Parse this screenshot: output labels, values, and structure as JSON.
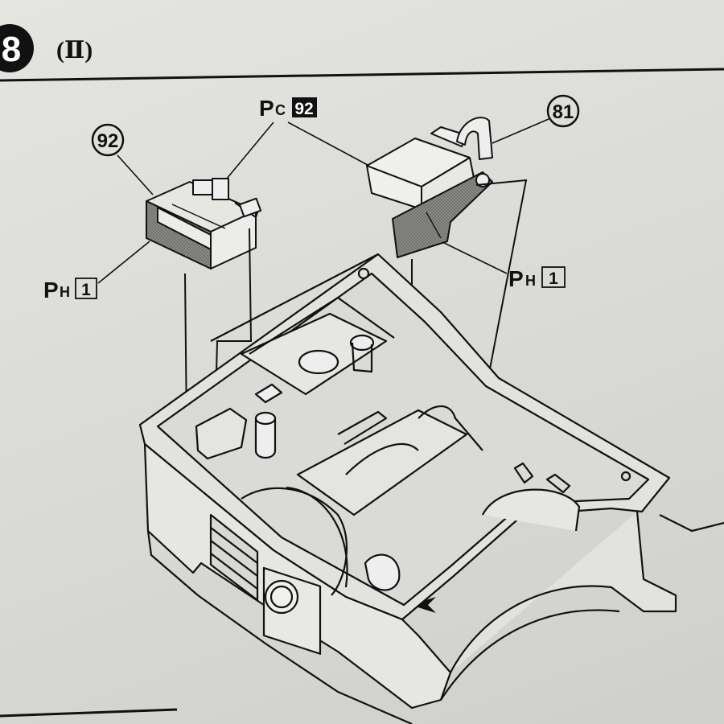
{
  "step": {
    "number": "8",
    "sub": "(Ⅱ)"
  },
  "callouts": {
    "part_left": "92",
    "part_right": "81",
    "paint_top_prefix": "P",
    "paint_top_sub": "C",
    "paint_top_num": "92",
    "paint_left_prefix": "P",
    "paint_left_sub": "H",
    "paint_left_num": "1",
    "paint_right_prefix": "P",
    "paint_right_sub": "H",
    "paint_right_num": "1"
  },
  "colors": {
    "ink": "#111111",
    "paper": "#e0e0dd",
    "shade": "#7a7a78"
  }
}
